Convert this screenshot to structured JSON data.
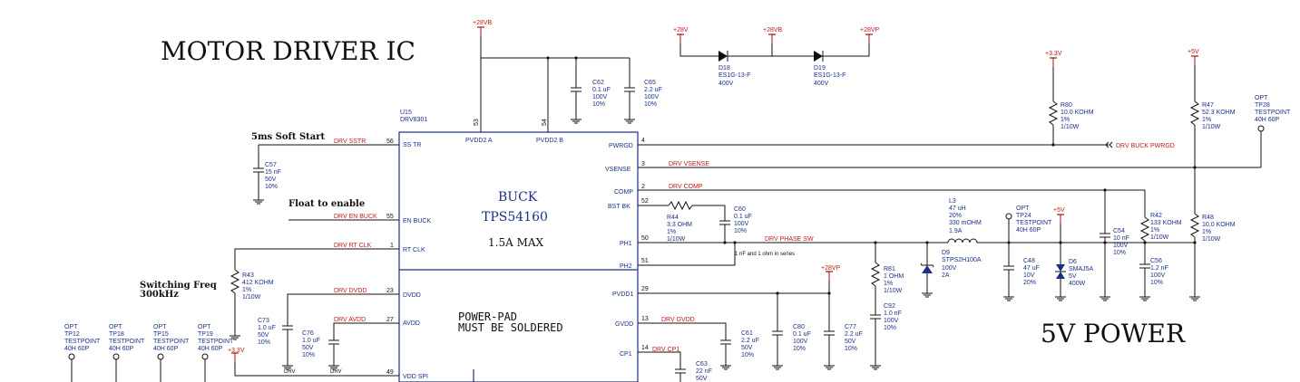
{
  "titles": {
    "main": "MOTOR DRIVER IC",
    "power": "5V POWER"
  },
  "notes": {
    "soft_start": "5ms Soft Start",
    "float": "Float to enable",
    "switch1": "Switching Freq",
    "switch2": "300kHz",
    "padnote1": "POWER-PAD",
    "padnote2": "MUST BE SOLDERED",
    "series": "1 nF and 1 ohm in series"
  },
  "ic": {
    "ref": "U15",
    "part": "DRV8301",
    "buck": "BUCK",
    "buck_part": "TPS54160",
    "buck_max": "1.5A MAX"
  },
  "pins": {
    "pvdd2a": "PVDD2 A",
    "pvdd2b": "PVDD2 B",
    "n53": "53",
    "n54": "54",
    "ss_tr": "SS TR",
    "n56": "56",
    "en_buck": "EN BUCK",
    "n55": "55",
    "rt_clk": "RT CLK",
    "n1": "1",
    "dvdd": "DVDD",
    "n23": "23",
    "avdd": "AVDD",
    "n27": "27",
    "vdd_spi": "VDD SPI",
    "n49": "49",
    "pwrgd": "PWRGD",
    "n4": "4",
    "vsense": "VSENSE",
    "n3": "3",
    "comp": "COMP",
    "n2": "2",
    "bst_bk": "BST BK",
    "n52": "52",
    "ph1": "PH1",
    "n50": "50",
    "ph2": "PH2",
    "n51": "51",
    "pvdd1": "PVDD1",
    "n29": "29",
    "gvdd": "GVDD",
    "n13": "13",
    "cp1": "CP1",
    "n14": "14"
  },
  "nets": {
    "ss": "DRV SSTR",
    "en": "DRV EN BUCK",
    "rt": "DRV RT CLK",
    "dvdd": "DRV DVDD",
    "avdd": "DRV AVDD",
    "pwrgd": "DRV BUCK PWRGD",
    "vsense": "DRV VSENSE",
    "comp": "DRV COMP",
    "phsw": "DRV PHASE SW",
    "gvdd": "DRV GVDD",
    "cp1": "DRV CP1"
  },
  "power": {
    "p28vb": "+28VB",
    "p28v": "+28V",
    "p28vp": "+28VP",
    "p3v3": "+3.3V",
    "p5v": "+5V",
    "drv": "DRV"
  },
  "components": {
    "c62": [
      "C62",
      "0.1 uF",
      "100V",
      "10%"
    ],
    "c65": [
      "C65",
      "2.2 uF",
      "100V",
      "10%"
    ],
    "d18": [
      "D18",
      "ES1G-13-F",
      "400V"
    ],
    "d19": [
      "D19",
      "ES1G-13-F",
      "400V"
    ],
    "c57": [
      "C57",
      "15 nF",
      "50V",
      "10%"
    ],
    "r43": [
      "R43",
      "412 KOHM",
      "1%",
      "1/10W"
    ],
    "c73": [
      "C73",
      "1.0 uF",
      "50V",
      "10%"
    ],
    "c76": [
      "C76",
      "1.0 uF",
      "50V",
      "10%"
    ],
    "r44": [
      "R44",
      "3.3 OHM",
      "1%",
      "1/10W"
    ],
    "c60": [
      "C60",
      "0.1 uF",
      "100V",
      "10%"
    ],
    "c61": [
      "C61",
      "2.2 uF",
      "50V",
      "10%"
    ],
    "c80": [
      "C80",
      "0.1 uF",
      "100V",
      "10%"
    ],
    "c77": [
      "C77",
      "2.2 uF",
      "50V",
      "10%"
    ],
    "c63": [
      "C63",
      "22 nF",
      "50V"
    ],
    "r81": [
      "R81",
      "1 OHM",
      "1%",
      "1/10W"
    ],
    "c92": [
      "C92",
      "1.0 nF",
      "100V",
      "10%"
    ],
    "r80": [
      "R80",
      "10.0 KOHM",
      "1%",
      "1/10W"
    ],
    "r47": [
      "R47",
      "52.3 KOHM",
      "1%",
      "1/10W"
    ],
    "r48": [
      "R48",
      "10.0 KOHM",
      "1%",
      "1/10W"
    ],
    "r42": [
      "R42",
      "133 KOHM",
      "1%",
      "1/10W"
    ],
    "l3": [
      "L3",
      "47 uH",
      "20%",
      "330 mOHM",
      "1.9A"
    ],
    "d9": [
      "D9",
      "STPS2H100A",
      "100V",
      "2A"
    ],
    "c48": [
      "C48",
      "47 uF",
      "10V",
      "20%"
    ],
    "d6": [
      "D6",
      "SMAJ5A",
      "5V",
      "400W"
    ],
    "c54": [
      "C54",
      "10 nF",
      "100V",
      "10%"
    ],
    "c56": [
      "C56",
      "1.2 nF",
      "100V",
      "10%"
    ]
  },
  "testpoints": {
    "tp12": [
      "OPT",
      "TP12",
      "TESTPOINT",
      "40H 60P"
    ],
    "tp18": [
      "OPT",
      "TP18",
      "TESTPOINT",
      "40H 60P"
    ],
    "tp15": [
      "OPT",
      "TP15",
      "TESTPOINT",
      "40H 60P"
    ],
    "tp19": [
      "OPT",
      "TP19",
      "TESTPOINT",
      "40H 60P"
    ],
    "tp24": [
      "OPT",
      "TP24",
      "TESTPOINT",
      "40H 60P"
    ],
    "tp28": [
      "OPT",
      "TP28",
      "TESTPOINT",
      "40H 60P"
    ]
  },
  "colors": {
    "wire": "#111111",
    "net_label": "#c01818",
    "part": "#1a2f8a"
  }
}
